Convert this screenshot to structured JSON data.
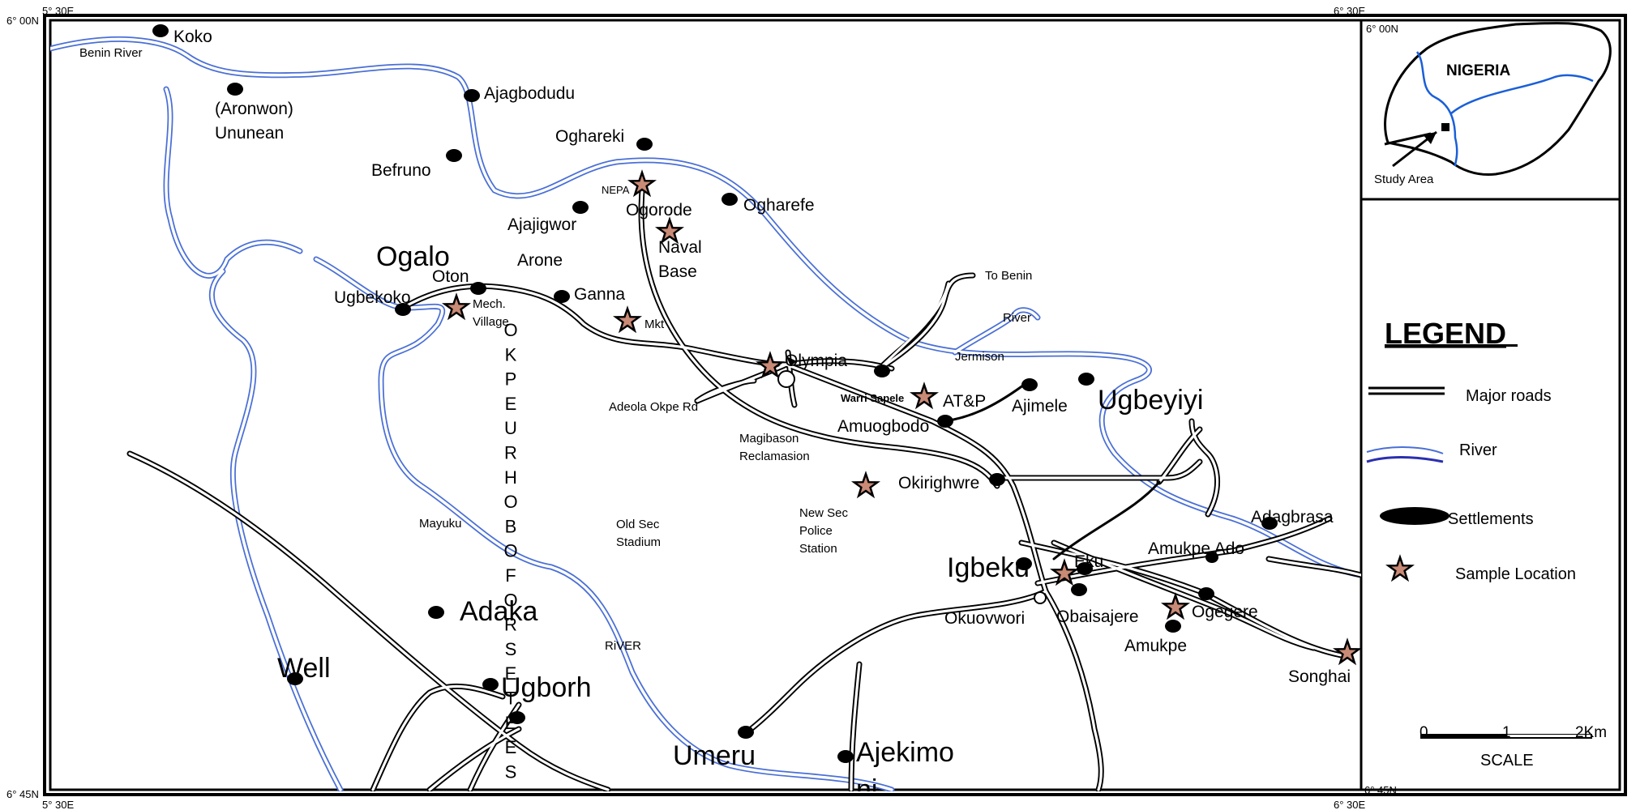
{
  "coordinates": {
    "top_left_lat": "6° 00N",
    "top_left_lon": "5° 30E",
    "top_right_lon": "6° 30E",
    "inset_top_lat": "6° 00N",
    "bottom_left_lat": "6° 45N",
    "bottom_left_lon": "5° 30E",
    "bottom_right_lon": "6° 30E",
    "bottom_right_lat": "6° 45N"
  },
  "places": {
    "koko": "Koko",
    "benin_river": "Benin River",
    "aronwon": "(Aronwon)",
    "ununean": "Ununean",
    "ajagbodudu": "Ajagbodudu",
    "befruno": "Befruno",
    "oghareki": "Oghareki",
    "nepa": "NEPA",
    "ogorode": "Ogorode",
    "ogharefe": "Ogharefe",
    "ajajigwor": "Ajajigwor",
    "naval": "Naval",
    "base": "Base",
    "ogalo": "Ogalo",
    "arone": "Arone",
    "oton": "Oton",
    "ganna": "Ganna",
    "ugbekoko": "Ugbekoko",
    "mech": "Mech.",
    "village": "Village",
    "mkt": "Mkt",
    "to_benin": "To Benin",
    "river": "River",
    "jermison": "Jermison",
    "olympia": "Olympia",
    "adeola": "Adeola Okpe Rd",
    "warri_sapele": "Warri Sapele",
    "atp": "AT&P",
    "ajimele": "Ajimele",
    "ugbeyiyi": "Ugbeyiyi",
    "amuogbodo": "Amuogbodo",
    "magibason": "Magibason",
    "reclamasion": "Reclamasion",
    "okirighwre": "Okirighwre",
    "new_sec": "New Sec",
    "police": "Police",
    "station": "Station",
    "old_sec": "Old Sec",
    "stadium": "Stadium",
    "mayuku": "Mayuku",
    "adagbrasa": "Adagbrasa",
    "amukpe_ado": "Amukpe Ado",
    "igbeku": "Igbeku",
    "eku": "Eku",
    "obaisajere": "Obaisajere",
    "okuovwori": "Okuovwori",
    "ogegere": "Ogegere",
    "amukpe": "Amukpe",
    "adaka": "Adaka",
    "well": "Well",
    "ugborh": "Ugborh",
    "river_lower": "RiVER",
    "songhai": "Songhai",
    "umeru": "Umeru",
    "ajekimo": "Ajekimo",
    "ni": "ni"
  },
  "vertical_label": [
    "O",
    "K",
    "P",
    "E",
    "U",
    "R",
    "H",
    "O",
    "B",
    "O",
    "F",
    "O",
    "R",
    "S",
    "E",
    "T",
    "E",
    "E",
    "S"
  ],
  "inset": {
    "country": "NIGERIA",
    "study_area": "Study Area"
  },
  "legend": {
    "title": "LEGEND",
    "major_roads": "Major roads",
    "river": "River",
    "settlements": "Settlements",
    "sample_location": "Sample Location"
  },
  "scale": {
    "tick0": "0",
    "tick1": "1",
    "tick2": "2Km",
    "label": "SCALE"
  },
  "colors": {
    "river": "#4a6fd6",
    "star_fill": "#c98a76",
    "inset_river": "#1a5fd8"
  }
}
